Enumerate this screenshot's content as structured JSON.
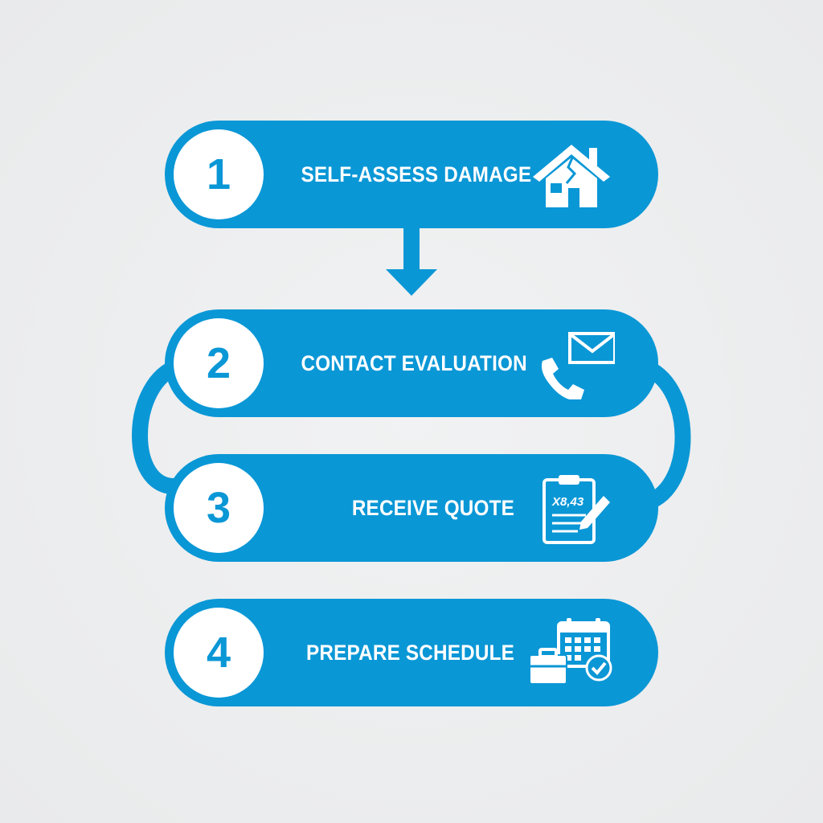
{
  "diagram": {
    "colors": {
      "primary": "#0a97d6",
      "background": "#eeeff0",
      "foreground": "#ffffff"
    },
    "steps": [
      {
        "number": "1",
        "label": "SELF-ASSESS DAMAGE",
        "icon": "damaged-house-icon"
      },
      {
        "number": "2",
        "label": "CONTACT EVALUATION",
        "icon": "phone-mail-icon"
      },
      {
        "number": "3",
        "label": "RECEIVE QUOTE",
        "icon": "clipboard-quote-icon",
        "icon_text": "X8,43"
      },
      {
        "number": "4",
        "label": "PREPARE SCHEDULE",
        "icon": "calendar-toolbox-icon"
      }
    ]
  }
}
